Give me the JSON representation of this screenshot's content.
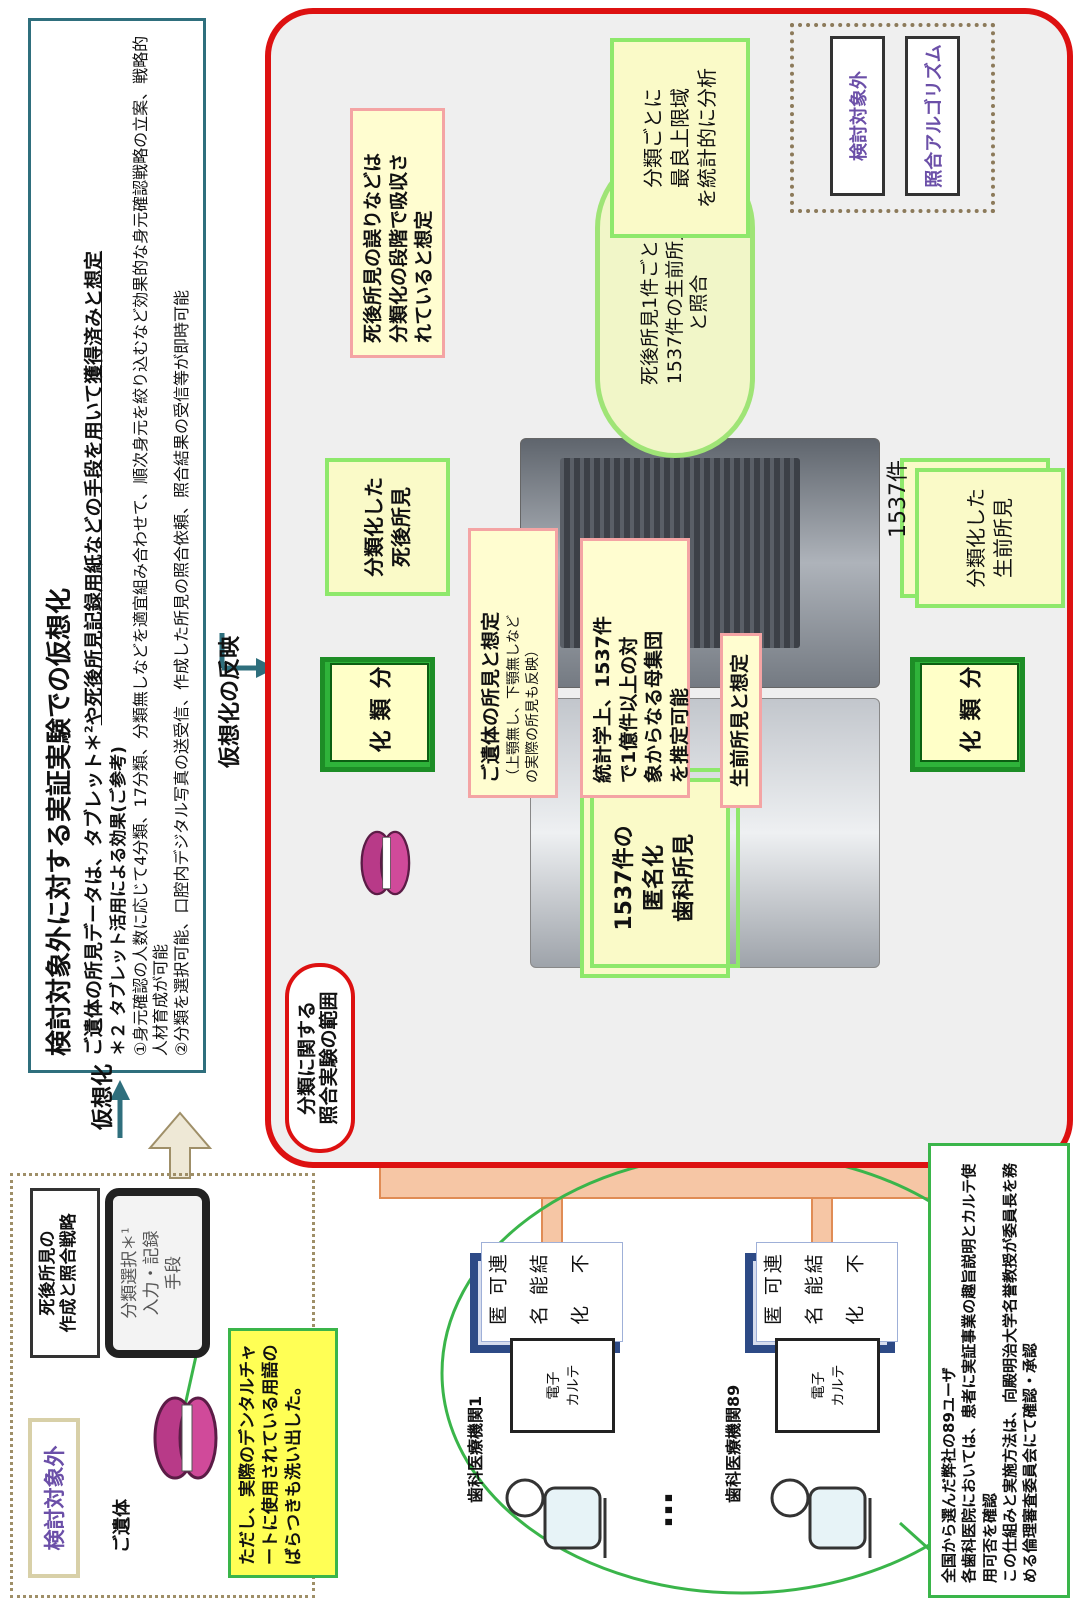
{
  "scope": {
    "label": "分類に関する\n照合実験の範囲",
    "left_label": "検討対象外",
    "tag_algorithm": "照合アルゴリズム",
    "tag_out": "検討対象外"
  },
  "top": {
    "title": "検討対象外に対する実証実験での仮想化",
    "line1_pre": "ご遺体の所見データは、タブレット＊",
    "line1_sup": "2",
    "line1_post": "や死後所見記録用紙などの手段を用いて獲得済みと想定",
    "line2": "＊２ タブレット活用による効果(ご参考)",
    "line3": "①身元確認の人数に応じて4分類、17分類、分類無しなどを適宜組み合わせて、順次身元を絞り込むなど効果的な身元確認戦略の立案、戦略的人材育成が可能",
    "line4": "②分類を選択可能、口腔内デジタル写真の送受信、作成した所見の照合依頼、照合結果の受信等が即時可能"
  },
  "labels": {
    "kasouka": "仮想化",
    "kasouka_hanei": "仮想化の反映"
  },
  "left": {
    "title": "死後所見の\n作成と照合戦略",
    "tablet_pre": "分類選択＊",
    "tablet_sup": "1",
    "tablet_post": "\n入力・記録\n手段",
    "body_label": "ご遺体",
    "note": "ただし、実際のデンタルチャートに使用されている用語のばらつきも洗い出した。"
  },
  "nodes": {
    "anon_records": "1537件の\n匿名化\n歯科所見",
    "classify": "分\n類\n化",
    "postmortem": "分類化した\n死後所見",
    "antemortem": "分類化した\n生前所見",
    "count": "1537件",
    "cloud": "死後所見1件ごとに\n1537件の生前所見\nと照合",
    "result": "分類ごとに\n最良上限域\nを統計的に分析"
  },
  "notes": {
    "error_absorb": "死後所見の誤りなどは\n分類化の段階で吸収さ\nれていると想定",
    "remains": "ご遺体の所見と想定",
    "remains_sub": "（上顎無し、下顎無しなど\nの実際の所見も反映）",
    "stats": "統計学上、1537件\nで1億件以上の対\n象からなる母集団\nを推定可能",
    "antemortem_assume": "生前所見と想定"
  },
  "clinics": {
    "clinic1": "歯科医療機関1",
    "clinic89": "歯科医療機関89",
    "anonymize": "匿\n名\n化",
    "linkable": "連\n結\n不\n可\n能",
    "karte": "電子\nカルテ",
    "ellipsis": "…"
  },
  "bottom": {
    "b1": "全国から選んだ弊社の89ユーザ",
    "b2": "各歯科医院においては、患者に実証事業の趣旨説明とカルテ使用可否を確認",
    "b3": "この仕組みと実施方法は、向殿明治大学名誉教授が委員長を務める倫理審査委員会にて確認・承認"
  },
  "colors": {
    "frame": "#dd1111",
    "arrow_teal": "#2f6f7d",
    "arrow_orange": "#f0a36c",
    "arrow_pink": "#f2c8c8",
    "green": "#3ab54a",
    "navy": "#2d4a86"
  }
}
